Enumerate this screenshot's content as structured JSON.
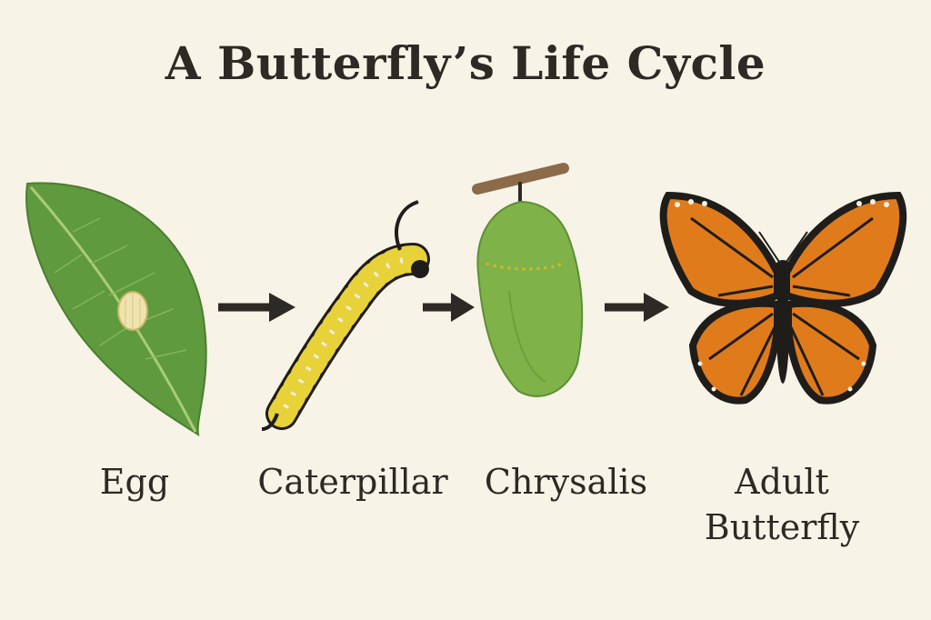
{
  "title": "A Butterfly’s Life Cycle",
  "stages": [
    {
      "label": "Egg"
    },
    {
      "label": "Caterpillar"
    },
    {
      "label": "Chrysalis"
    },
    {
      "label_line1": "Adult",
      "label_line2": "Butterfly"
    }
  ],
  "colors": {
    "background": "#f8f3e7",
    "text": "#2d2924",
    "leaf": "#5f9a3e",
    "chrysalis": "#7fb34a",
    "wing_orange": "#e07b1c",
    "caterpillar_yellow": "#e8d23a"
  }
}
